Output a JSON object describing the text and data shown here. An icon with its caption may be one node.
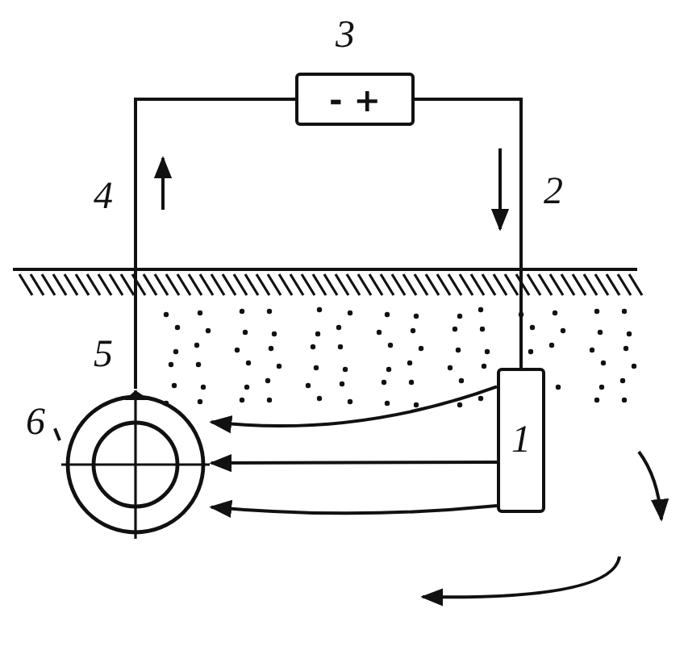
{
  "diagram": {
    "nodes": [
      {
        "text": [
          "- +"
        ],
        "beside": [
          "3"
        ]
      },
      {
        "text": [
          "1"
        ]
      },
      {
        "text": [],
        "shape": "circle"
      },
      {
        "text": [
          "6"
        ]
      }
    ],
    "edges": [
      {
        "from": 0,
        "to": 1,
        "arrow": "none",
        "label": "2"
      },
      {
        "from": 0,
        "to": 2,
        "arrow": "none",
        "label": "4"
      },
      {
        "from": 1,
        "to": 2,
        "arrow": "to"
      },
      {
        "from": 1,
        "to": 2,
        "arrow": "to"
      },
      {
        "from": 1,
        "to": 2,
        "arrow": "to"
      },
      {
        "from": 3,
        "to": 2,
        "arrow": "none"
      }
    ],
    "labels": [
      "5"
    ]
  }
}
